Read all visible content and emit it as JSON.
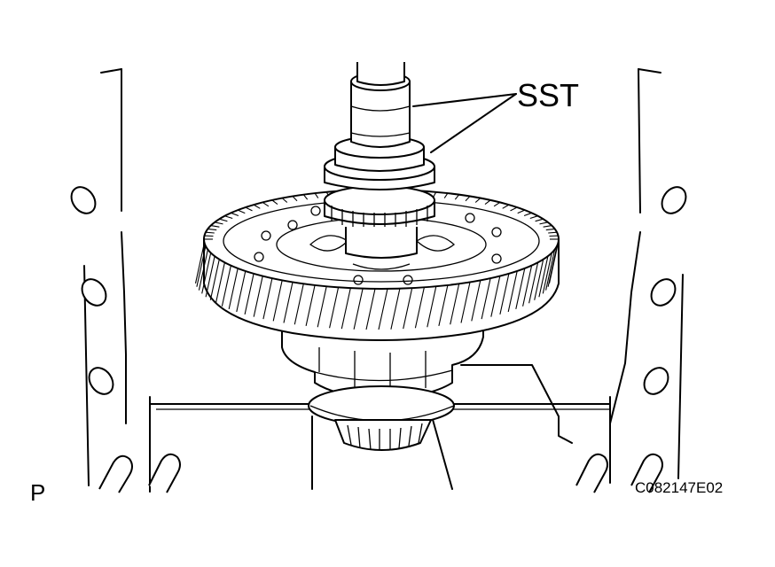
{
  "callout": {
    "text": "SST"
  },
  "corner_left": {
    "text": "P"
  },
  "figure_code": {
    "text": "C082147E02"
  },
  "colors": {
    "line": "#000000",
    "background": "#ffffff"
  }
}
